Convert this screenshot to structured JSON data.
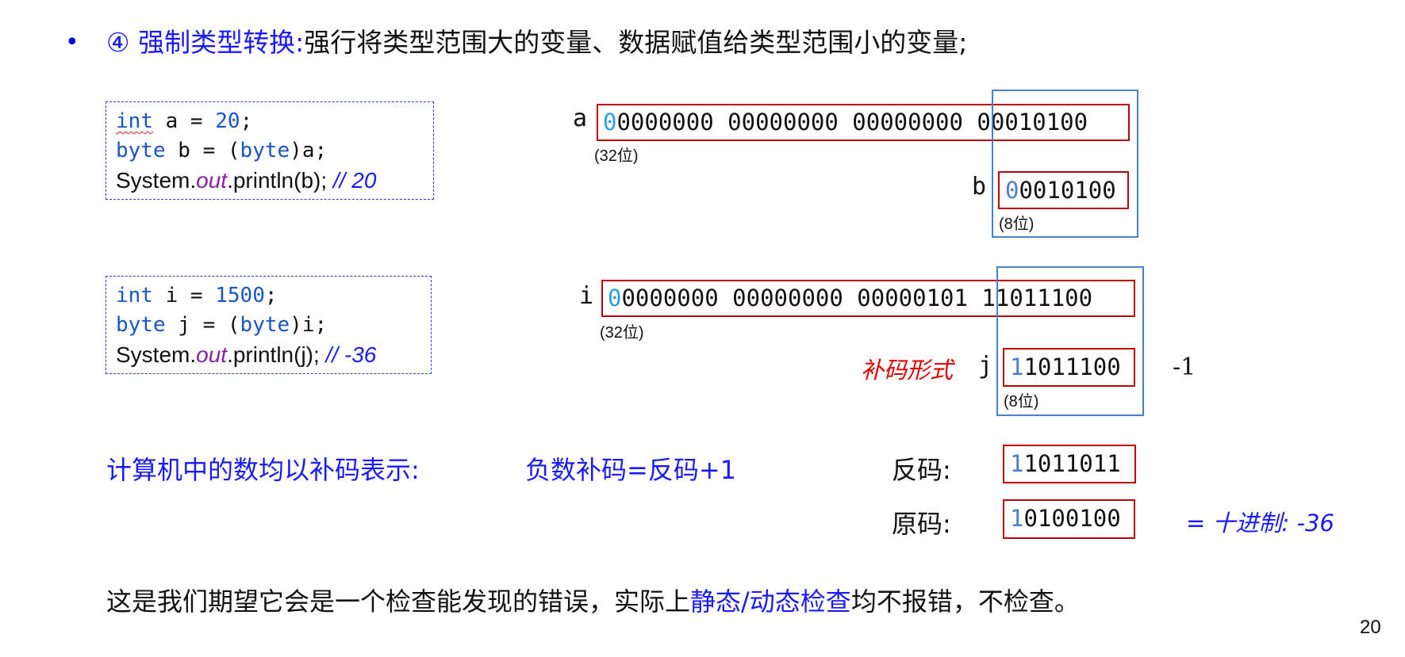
{
  "slide": {
    "bullet": "•",
    "title_blue": "④ 强制类型转换:",
    "title_black": "强行将类型范围大的变量、数据赋值给类型范围小的变量;",
    "page_number": "20"
  },
  "example1": {
    "code": {
      "l1_kw": "int",
      "l1_rest": " a = ",
      "l1_num": "20",
      "l1_end": ";",
      "l2_kw": "byte",
      "l2_rest": " b =  (",
      "l2_kw2": "byte",
      "l2_end": ")a;",
      "l3_pre": "System.",
      "l3_out": "out",
      "l3_post": ".println(b); ",
      "l3_comment": "// 20"
    },
    "a_label": "a",
    "a_first_bit": "0",
    "a_bits": "0000000 00000000 00000000 00010100",
    "a_size": "(32位)",
    "b_label": "b",
    "b_first_bit": "0",
    "b_bits": "0010100",
    "b_size": "(8位)"
  },
  "example2": {
    "code": {
      "l1_kw": "int",
      "l1_rest": " i = ",
      "l1_num": "1500",
      "l1_end": ";",
      "l2_kw": "byte",
      "l2_rest": " j =  (",
      "l2_kw2": "byte",
      "l2_end": ")i;",
      "l3_pre": "System.",
      "l3_out": "out",
      "l3_post": ".println(j); ",
      "l3_comment": "// -36"
    },
    "i_label": "i",
    "i_first_bit": "0",
    "i_bits": "0000000 00000000 00000101 11011100",
    "i_size": "(32位)",
    "complement_label": "补码形式",
    "j_label": "j",
    "j_first_bit": "1",
    "j_bits": "1011100",
    "j_size": "(8位)",
    "minus_one": "-1"
  },
  "explain": {
    "left_text": "计算机中的数均以补码表示:",
    "formula": "负数补码=反码+1",
    "ones_label": "反码:",
    "ones_first_bit": "1",
    "ones_bits": "1011011",
    "orig_label": "原码:",
    "orig_first_bit": "1",
    "orig_bits": "0100100",
    "decimal_note": "= 十进制: -36"
  },
  "footer": {
    "text_black1": "这是我们期望它会是一个检查能发现的错误，实际上",
    "text_blue": "静态/动态检查",
    "text_black2": "均不报错，不检查。"
  }
}
